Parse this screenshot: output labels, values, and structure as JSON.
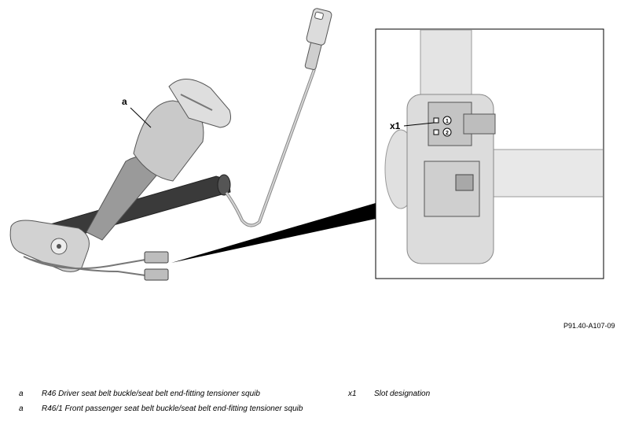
{
  "figure": {
    "callout_a": "a",
    "callout_x1": "x1",
    "detail_numbers": [
      "1",
      "2"
    ],
    "figure_id": "P91.40-A107-09"
  },
  "legend": [
    {
      "key": "a",
      "text": "R46 Driver seat belt buckle/seat belt end-fitting tensioner squib"
    },
    {
      "key": "x1",
      "text": "Slot designation"
    },
    {
      "key": "a",
      "text": "R46/1 Front passenger seat belt buckle/seat belt end-fitting tensioner squib"
    }
  ]
}
